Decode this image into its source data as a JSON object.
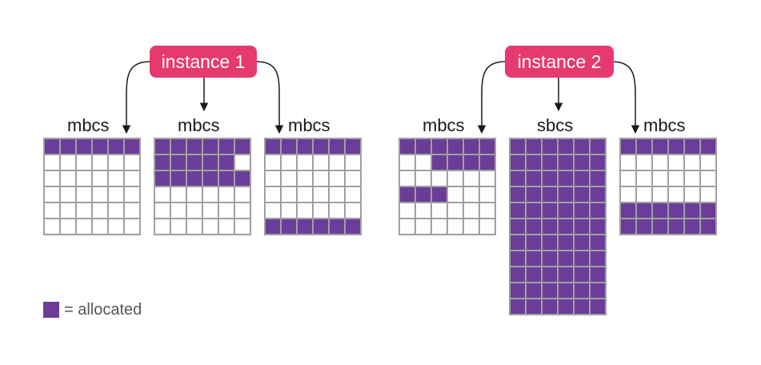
{
  "colors": {
    "allocated": "#6b3d99",
    "free": "#ffffff",
    "grid_border": "#a0a0a0",
    "instance_pill": "#e63a6e",
    "arrow": "#1a1a1a"
  },
  "legend": {
    "icon": "allocated-swatch",
    "text": "= allocated"
  },
  "instances": [
    {
      "label": "instance 1",
      "caches": [
        {
          "label": "mbcs",
          "rows": [
            "111111",
            "000000",
            "000000",
            "000000",
            "000000",
            "000000"
          ]
        },
        {
          "label": "mbcs",
          "rows": [
            "111111",
            "111110",
            "111111",
            "000000",
            "000000",
            "000000"
          ]
        },
        {
          "label": "mbcs",
          "rows": [
            "111111",
            "000000",
            "000000",
            "000000",
            "000000",
            "111111"
          ]
        }
      ]
    },
    {
      "label": "instance 2",
      "caches": [
        {
          "label": "mbcs",
          "rows": [
            "111111",
            "001111",
            "000000",
            "111000",
            "000000",
            "000000"
          ]
        },
        {
          "label": "sbcs",
          "rows": [
            "111111",
            "111111",
            "111111",
            "111111",
            "111111",
            "111111",
            "111111",
            "111111",
            "111111",
            "111111",
            "111111"
          ]
        },
        {
          "label": "mbcs",
          "rows": [
            "111111",
            "000000",
            "000000",
            "000000",
            "111111",
            "111111"
          ]
        }
      ]
    }
  ]
}
